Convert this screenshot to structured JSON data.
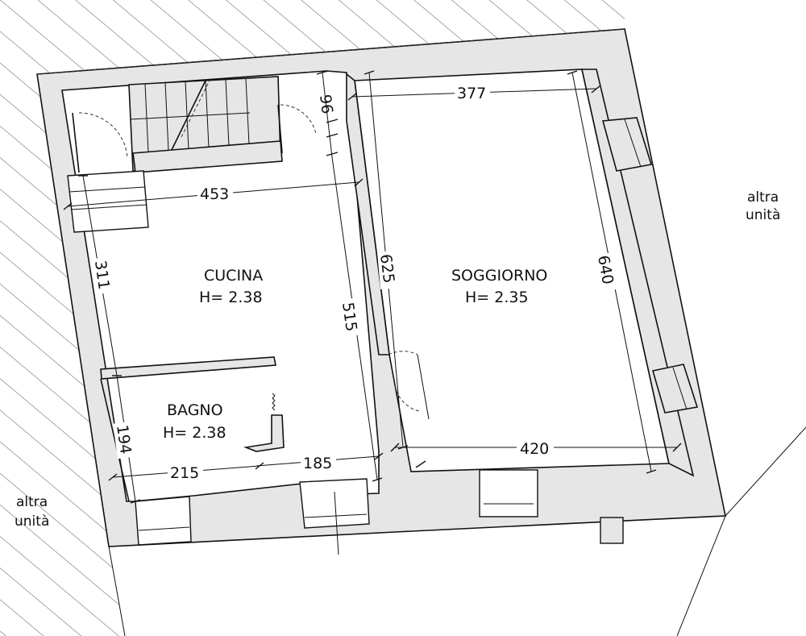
{
  "rooms": [
    {
      "name": "CUCINA",
      "height": "H= 2.38"
    },
    {
      "name": "SOGGIORNO",
      "height": "H= 2.35"
    },
    {
      "name": "BAGNO",
      "height": "H= 2.38"
    }
  ],
  "adjacent": {
    "right_line1": "altra",
    "right_line2": "unità",
    "left_line1": "altra",
    "left_line2": "unità"
  },
  "dimensions": {
    "d96": "96",
    "d377": "377",
    "d453": "453",
    "d311": "311",
    "d625": "625",
    "d640": "640",
    "d515": "515",
    "d194": "194",
    "d215": "215",
    "d185": "185",
    "d420": "420"
  },
  "colors": {
    "wall_fill": "#e6e6e6",
    "line": "#111111",
    "background": "#ffffff"
  }
}
